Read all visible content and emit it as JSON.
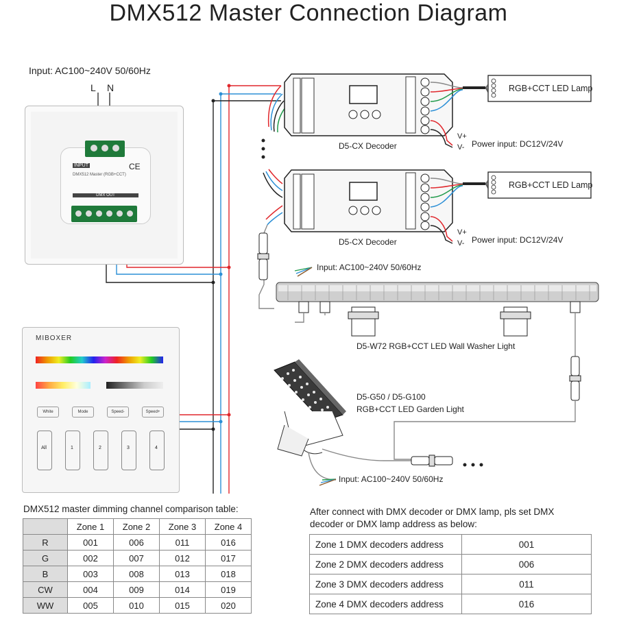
{
  "title": "DMX512 Master Connection Diagram",
  "input_label_top": "Input: AC100~240V 50/60Hz",
  "terminal_L": "L",
  "terminal_N": "N",
  "master_panel": {
    "input_tag": "INPUT",
    "ce_mark": "CE",
    "dmx_out_tag": "DMX OUT",
    "model_line": "DMX512 Master (RGB+CCT)"
  },
  "remote_panel": {
    "brand": "MIBOXER",
    "buttons": [
      "White",
      "Mode",
      "Speed-",
      "Speed+"
    ],
    "zones": [
      "All",
      "1",
      "2",
      "3",
      "4"
    ]
  },
  "decoders": [
    {
      "label": "D5-CX Decoder",
      "power": "Power input: DC12V/24V",
      "lamp": "RGB+CCT LED Lamp",
      "vplus": "V+",
      "vminus": "V-"
    },
    {
      "label": "D5-CX Decoder",
      "power": "Power input: DC12V/24V",
      "lamp": "RGB+CCT LED Lamp",
      "vplus": "V+",
      "vminus": "V-"
    }
  ],
  "wall_washer": {
    "input": "Input: AC100~240V 50/60Hz",
    "label": "D5-W72 RGB+CCT LED Wall Washer Light"
  },
  "garden_light": {
    "label_line1": "D5-G50 / D5-G100",
    "label_line2": "RGB+CCT LED Garden Light",
    "input": "Input: AC100~240V 50/60Hz"
  },
  "channel_table": {
    "caption": "DMX512 master dimming channel comparison table:",
    "headers": [
      "",
      "Zone 1",
      "Zone 2",
      "Zone 3",
      "Zone 4"
    ],
    "rows": [
      [
        "R",
        "001",
        "006",
        "011",
        "016"
      ],
      [
        "G",
        "002",
        "007",
        "012",
        "017"
      ],
      [
        "B",
        "003",
        "008",
        "013",
        "018"
      ],
      [
        "CW",
        "004",
        "009",
        "014",
        "019"
      ],
      [
        "WW",
        "005",
        "010",
        "015",
        "020"
      ]
    ]
  },
  "address_table": {
    "caption_line1": "After connect with DMX decoder or DMX lamp, pls set DMX",
    "caption_line2": "decoder or DMX lamp address as below:",
    "rows": [
      [
        "Zone 1 DMX decoders address",
        "001"
      ],
      [
        "Zone 2 DMX decoders address",
        "006"
      ],
      [
        "Zone 3 DMX decoders address",
        "011"
      ],
      [
        "Zone 4 DMX decoders address",
        "016"
      ]
    ]
  },
  "colors": {
    "wire_red": "#e0262b",
    "wire_blue": "#2b8fd6",
    "wire_black": "#222222",
    "terminal_green": "#1f7a3a"
  }
}
